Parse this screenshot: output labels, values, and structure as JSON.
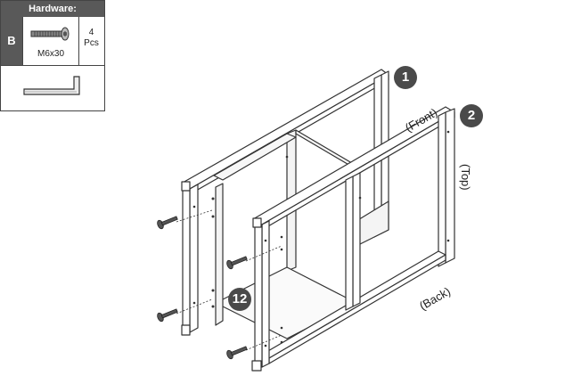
{
  "hardware": {
    "header": "Hardware:",
    "item_letter": "B",
    "screw_spec": "M6x30",
    "qty_number": "4",
    "qty_unit": "Pcs"
  },
  "callouts": {
    "one": "1",
    "two": "2",
    "twelve": "12"
  },
  "labels": {
    "front": "(Front)",
    "top": "(Top)",
    "back": "(Back)"
  },
  "icons": {
    "screw": "screw-icon",
    "hex_key": "allen-wrench-icon"
  }
}
